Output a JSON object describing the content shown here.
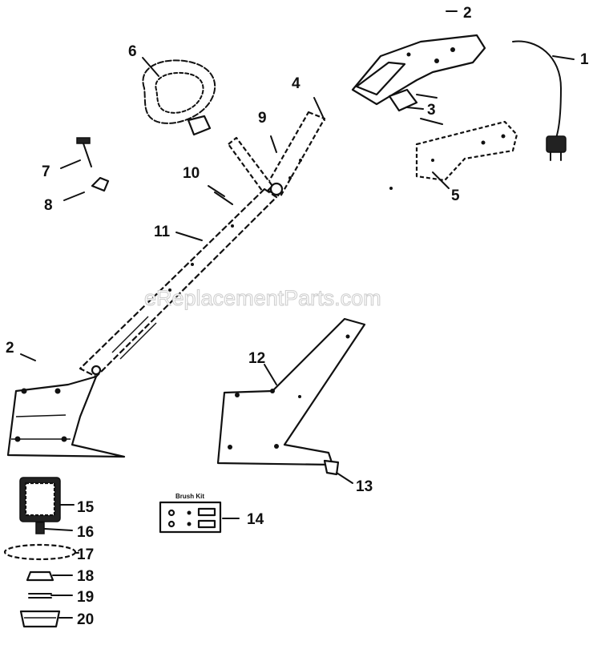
{
  "watermark": "eReplacementParts.com",
  "brush_kit_label": "Brush Kit",
  "callouts": [
    {
      "id": "1",
      "text": "1"
    },
    {
      "id": "2a",
      "text": "2"
    },
    {
      "id": "2b",
      "text": "2"
    },
    {
      "id": "3",
      "text": "3"
    },
    {
      "id": "4",
      "text": "4"
    },
    {
      "id": "5",
      "text": "5"
    },
    {
      "id": "6",
      "text": "6"
    },
    {
      "id": "7",
      "text": "7"
    },
    {
      "id": "8",
      "text": "8"
    },
    {
      "id": "9",
      "text": "9"
    },
    {
      "id": "10",
      "text": "10"
    },
    {
      "id": "11",
      "text": "11"
    },
    {
      "id": "12",
      "text": "12"
    },
    {
      "id": "13",
      "text": "13"
    },
    {
      "id": "14",
      "text": "14"
    },
    {
      "id": "15",
      "text": "15"
    },
    {
      "id": "16",
      "text": "16"
    },
    {
      "id": "17",
      "text": "17"
    },
    {
      "id": "18",
      "text": "18"
    },
    {
      "id": "19",
      "text": "19"
    },
    {
      "id": "20",
      "text": "20"
    }
  ]
}
